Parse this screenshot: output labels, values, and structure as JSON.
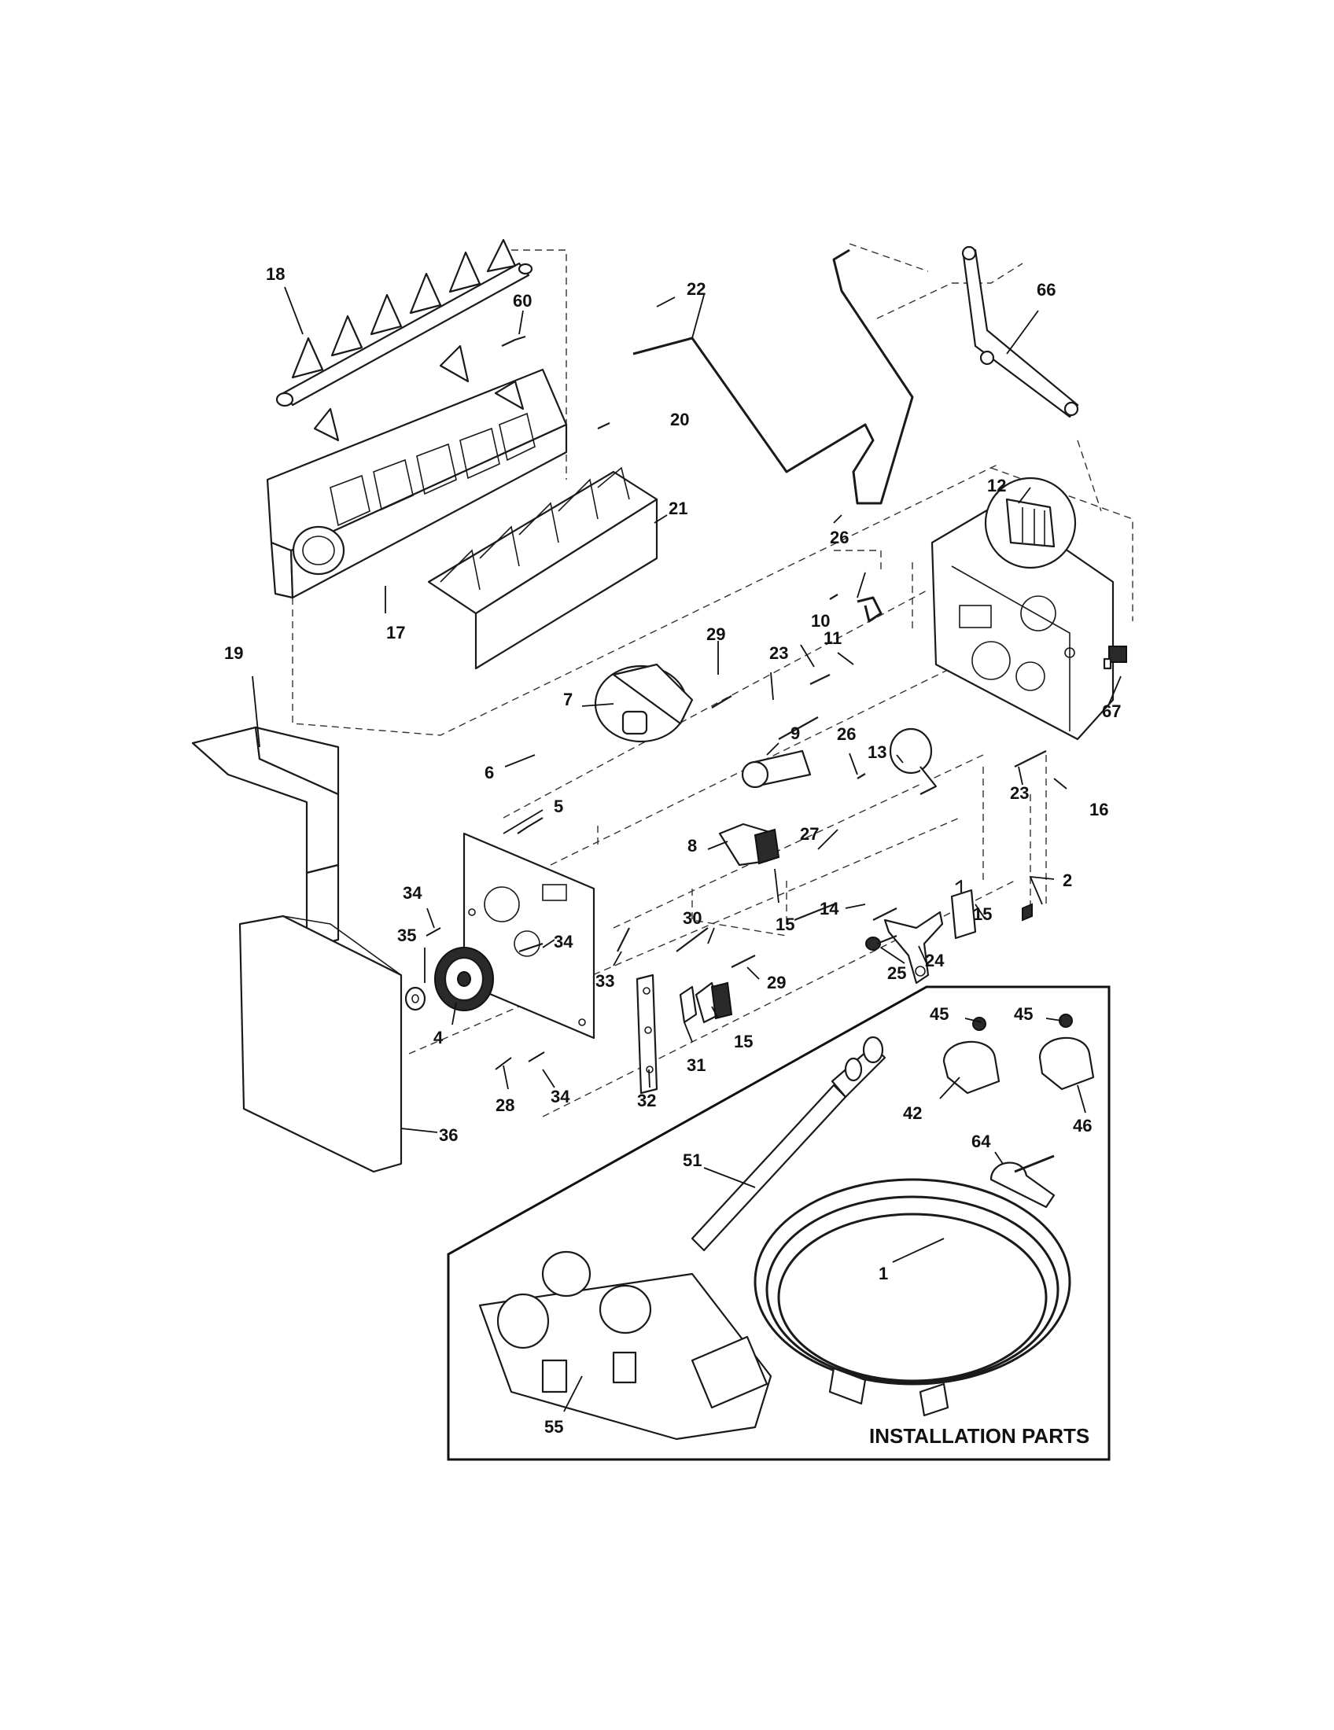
{
  "diagram": {
    "caption": "INSTALLATION PARTS",
    "callouts": {
      "c1": "1",
      "c2": "2",
      "c4": "4",
      "c5": "5",
      "c6": "6",
      "c7": "7",
      "c8": "8",
      "c9": "9",
      "c10": "10",
      "c11": "11",
      "c12": "12",
      "c13": "13",
      "c14": "14",
      "c15a": "15",
      "c15b": "15",
      "c15c": "15",
      "c16": "16",
      "c17": "17",
      "c18": "18",
      "c19": "19",
      "c20": "20",
      "c21": "21",
      "c22": "22",
      "c23a": "23",
      "c23b": "23",
      "c24": "24",
      "c25": "25",
      "c26a": "26",
      "c26b": "26",
      "c27": "27",
      "c28": "28",
      "c29a": "29",
      "c29b": "29",
      "c30": "30",
      "c31": "31",
      "c32": "32",
      "c33": "33",
      "c34a": "34",
      "c34b": "34",
      "c34c": "34",
      "c35": "35",
      "c36": "36",
      "c42": "42",
      "c45a": "45",
      "c45b": "45",
      "c46": "46",
      "c51": "51",
      "c55": "55",
      "c60": "60",
      "c64": "64",
      "c66": "66",
      "c67": "67"
    }
  }
}
